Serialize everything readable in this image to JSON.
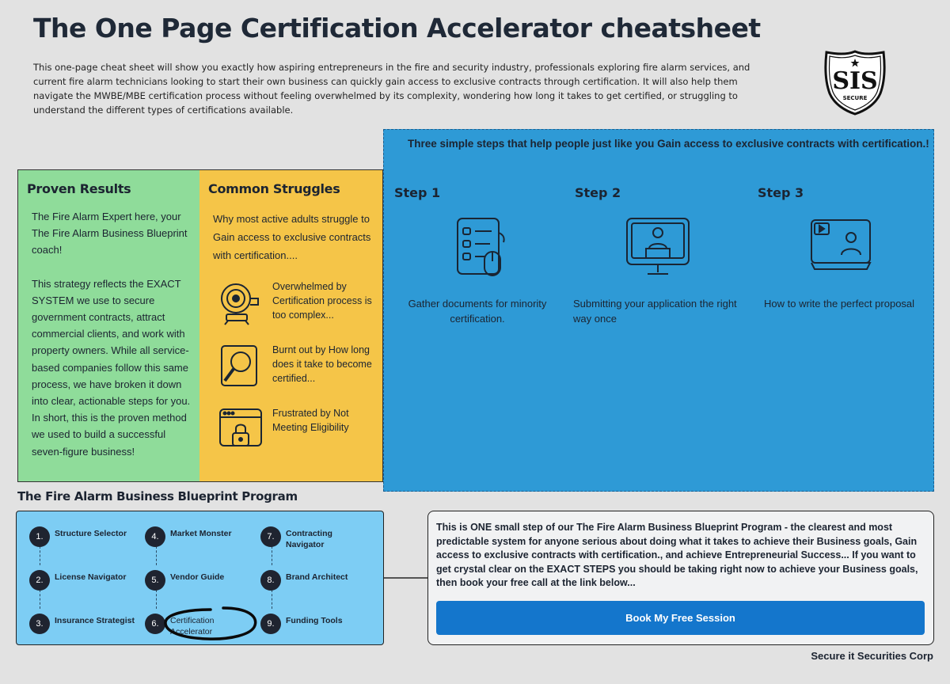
{
  "title": "The One Page Certification Accelerator cheatsheet",
  "intro": "This one-page cheat sheet will show you exactly how aspiring entrepreneurs in the fire and security industry, professionals exploring fire alarm services, and current fire alarm technicians looking to start their own business can quickly gain access to exclusive contracts through certification. It will also help them navigate the MWBE/MBE certification process without feeling overwhelmed by its complexity, wondering how long it takes to get certified, or struggling to understand the different types of certifications available.",
  "logo": {
    "letters": "SIS",
    "caption": "SECURE",
    "icon": "shield-logo-icon"
  },
  "steps": {
    "heading": "Three simple steps that help people just like you Gain access to exclusive contracts with certification.!",
    "items": [
      {
        "label": "Step 1",
        "text": "Gather documents for minority certification.",
        "icon": "checklist-mouse-icon"
      },
      {
        "label": "Step 2",
        "text": "Submitting your application the right way once",
        "icon": "monitor-presenter-icon"
      },
      {
        "label": "Step 3",
        "text": "How to write the perfect proposal",
        "icon": "video-call-icon"
      }
    ]
  },
  "proven": {
    "heading": "Proven Results",
    "p1": "The Fire Alarm Expert here, your The Fire Alarm Business Blueprint coach!",
    "p2": "This strategy reflects the EXACT SYSTEM we use to secure government contracts, attract commercial clients, and work with property owners. While all service-based companies follow this same  process, we have broken it down into clear, actionable steps for you. In short, this is the proven method we used to build a successful seven-figure business!"
  },
  "struggles": {
    "heading": "Common Struggles",
    "intro": "Why most active adults struggle to Gain access to exclusive contracts with certification....",
    "items": [
      {
        "text": "Overwhelmed by Certification process is too complex...",
        "icon": "alarm-bell-icon"
      },
      {
        "text": "Burnt out by How long does it take to become certified...",
        "icon": "magnifier-document-icon"
      },
      {
        "text": "Frustrated by Not Meeting Eligibility",
        "icon": "locked-browser-icon"
      }
    ]
  },
  "program": {
    "title": "The Fire Alarm Business Blueprint Program",
    "items": [
      {
        "num": "1.",
        "label": "Structure Selector"
      },
      {
        "num": "2.",
        "label": "License Navigator"
      },
      {
        "num": "3.",
        "label": "Insurance Strategist"
      },
      {
        "num": "4.",
        "label": "Market Monster"
      },
      {
        "num": "5.",
        "label": "Vendor Guide"
      },
      {
        "num": "6.",
        "label": "Certification Accelerator"
      },
      {
        "num": "7.",
        "label": "Contracting Navigator"
      },
      {
        "num": "8.",
        "label": "Brand Architect"
      },
      {
        "num": "9.",
        "label": "Funding Tools"
      }
    ]
  },
  "cta": {
    "text": "This is ONE small step of our The Fire Alarm Business Blueprint Program - the clearest and most predictable system for anyone serious about doing what it takes to achieve their Business goals, Gain access to exclusive contracts with certification., and achieve Entrepreneurial Success... If you want to get crystal clear on the EXACT STEPS you should be taking right now to achieve your Business goals, then book your free call at the link below...",
    "button": "Book My Free Session"
  },
  "footer": "Secure it Securities Corp"
}
